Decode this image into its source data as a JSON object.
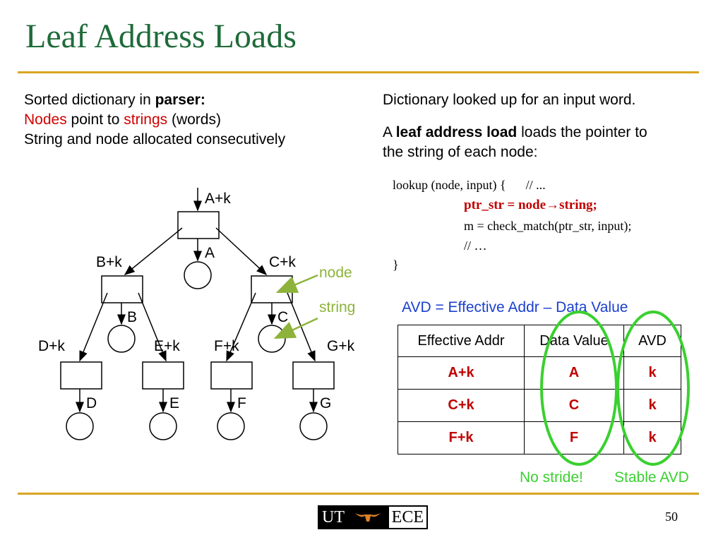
{
  "slide": {
    "title": "Leaf Address Loads",
    "page_number": "50"
  },
  "left": {
    "line1_prefix": "Sorted dictionary in ",
    "line1_bold": "parser:",
    "line2_nodes": "Nodes",
    "line2_mid": " point to ",
    "line2_strings": "strings",
    "line2_end": " (words)",
    "line3": "String and node allocated consecutively"
  },
  "right": {
    "para1": "Dictionary looked up for an input word.",
    "para2_prefix": "A ",
    "para2_bold": "leaf address load",
    "para2_suffix": " loads the pointer to",
    "para2_line2": "the string of each node:"
  },
  "code": {
    "line1": "lookup (node, input) {",
    "line1_comment": "// ...",
    "line2_a": "ptr_str = node",
    "line2_arrow": "→",
    "line2_b": "string;",
    "line3": "m = check_match(ptr_str, input);",
    "line4": "// …",
    "line5": "}"
  },
  "avd": {
    "caption": "AVD = Effective Addr – Data Value",
    "headers": [
      "Effective Addr",
      "Data Value",
      "AVD"
    ],
    "rows": [
      [
        "A+k",
        "A",
        "k"
      ],
      [
        "C+k",
        "C",
        "k"
      ],
      [
        "F+k",
        "F",
        "k"
      ]
    ],
    "no_stride": "No stride!",
    "stable_avd": "Stable AVD"
  },
  "tree": {
    "addr_labels": [
      "A+k",
      "B+k",
      "C+k",
      "D+k",
      "E+k",
      "F+k",
      "G+k"
    ],
    "string_labels": [
      "A",
      "B",
      "C",
      "D",
      "E",
      "F",
      "G"
    ],
    "node_callout": "node",
    "string_callout": "string"
  },
  "logo": {
    "left": "UT",
    "right": "ECE"
  },
  "colors": {
    "title": "#1f6b3a",
    "rule": "#d9a520",
    "red": "#d00000",
    "blue": "#1a3fd0",
    "green_ellipse": "#3ad030",
    "callout_green": "#8db33a"
  }
}
